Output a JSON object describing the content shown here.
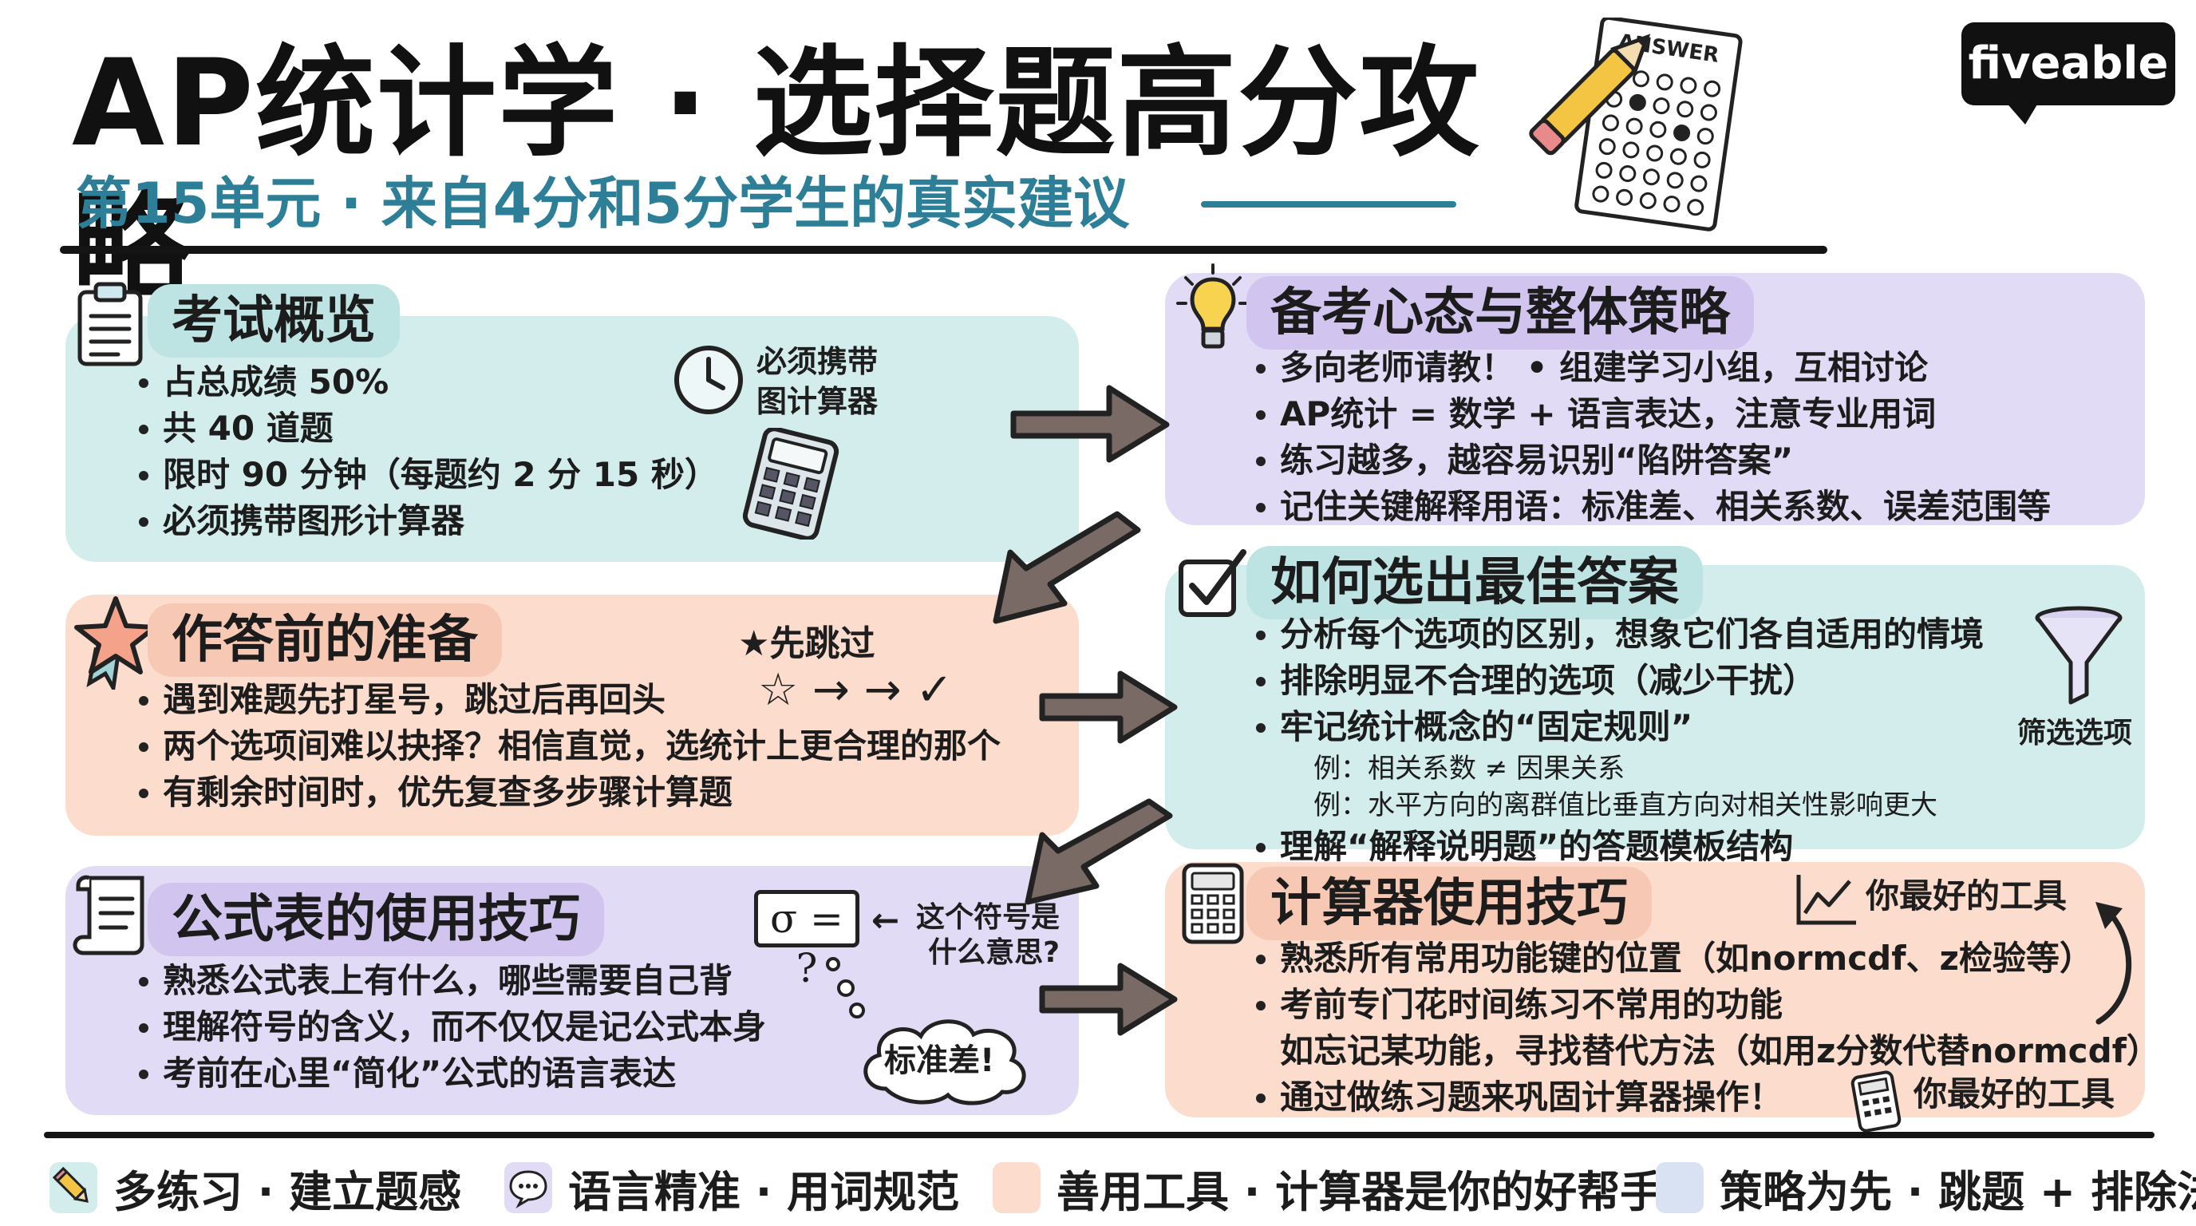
{
  "header": {
    "title": "AP统计学 · 选择题高分攻略",
    "subtitle": "第15单元 · 来自4分和5分学生的真实建议",
    "answer_sheet_label": "ANSWER",
    "brand": "fiveable"
  },
  "panels": {
    "exam_overview": {
      "title": "考试概览",
      "bullets": [
        "占总成绩 50%",
        "共 40 道题",
        "限时 90 分钟（每题约 2 分 15 秒）",
        "必须携带图形计算器"
      ],
      "note": [
        "必须携带",
        "图计算器"
      ]
    },
    "prep": {
      "title": "作答前的准备",
      "bullets": [
        "遇到难题先打星号，跳过后再回头",
        "两个选项间难以抉择？相信直觉，选统计上更合理的那个",
        "有剩余时间时，优先复查多步骤计算题"
      ],
      "note": "★先跳过",
      "flow": "☆ → → ✓"
    },
    "formula": {
      "title": "公式表的使用技巧",
      "bullets": [
        "熟悉公式表上有什么，哪些需要自己背",
        "理解符号的含义，而不仅仅是记公式本身",
        "考前在心里“简化”公式的语言表达"
      ],
      "sigma_box": "σ = ?",
      "sigma_note": [
        "这个符号是",
        "什么意思?"
      ],
      "cloud": "标准差!"
    },
    "mindset": {
      "title": "备考心态与整体策略",
      "bullets": [
        "多向老师请教！ • 组建学习小组，互相讨论",
        "AP统计 = 数学 + 语言表达，注意专业用词",
        "练习越多，越容易识别“陷阱答案”",
        "记住关键解释用语：标准差、相关系数、误差范围等"
      ]
    },
    "best_answer": {
      "title": "如何选出最佳答案",
      "bullets": [
        "分析每个选项的区别，想象它们各自适用的情境",
        "排除明显不合理的选项（减少干扰）",
        "牢记统计概念的“固定规则”"
      ],
      "examples": [
        "例：相关系数 ≠ 因果关系",
        "例：水平方向的离群值比垂直方向对相关性影响更大"
      ],
      "last": "理解“解释说明题”的答题模板结构",
      "note": "筛选选项"
    },
    "calculator": {
      "title": "计算器使用技巧",
      "bullets": [
        "熟悉所有常用功能键的位置（如normcdf、z检验等）",
        "考前专门花时间练习不常用的功能"
      ],
      "indent": "如忘记某功能，寻找替代方法（如用z分数代替normcdf）",
      "last": "通过做练习题来巩固计算器操作！",
      "tool_note_top": "你最好的工具",
      "tool_note_bottom": "你最好的工具"
    }
  },
  "footer": [
    {
      "text": "多练习 · 建立题感",
      "color": "#d3edec",
      "icon": "pencil-icon"
    },
    {
      "text": "语言精准 · 用词规范",
      "color": "#e2dbf5",
      "icon": "speech-bubble-icon"
    },
    {
      "text": "善用工具 · 计算器是你的好帮手",
      "color": "#fbdccd",
      "icon": "none"
    },
    {
      "text": "策略为先 · 跳题 + 排除法",
      "color": "#d9e2f3",
      "icon": "none"
    }
  ]
}
